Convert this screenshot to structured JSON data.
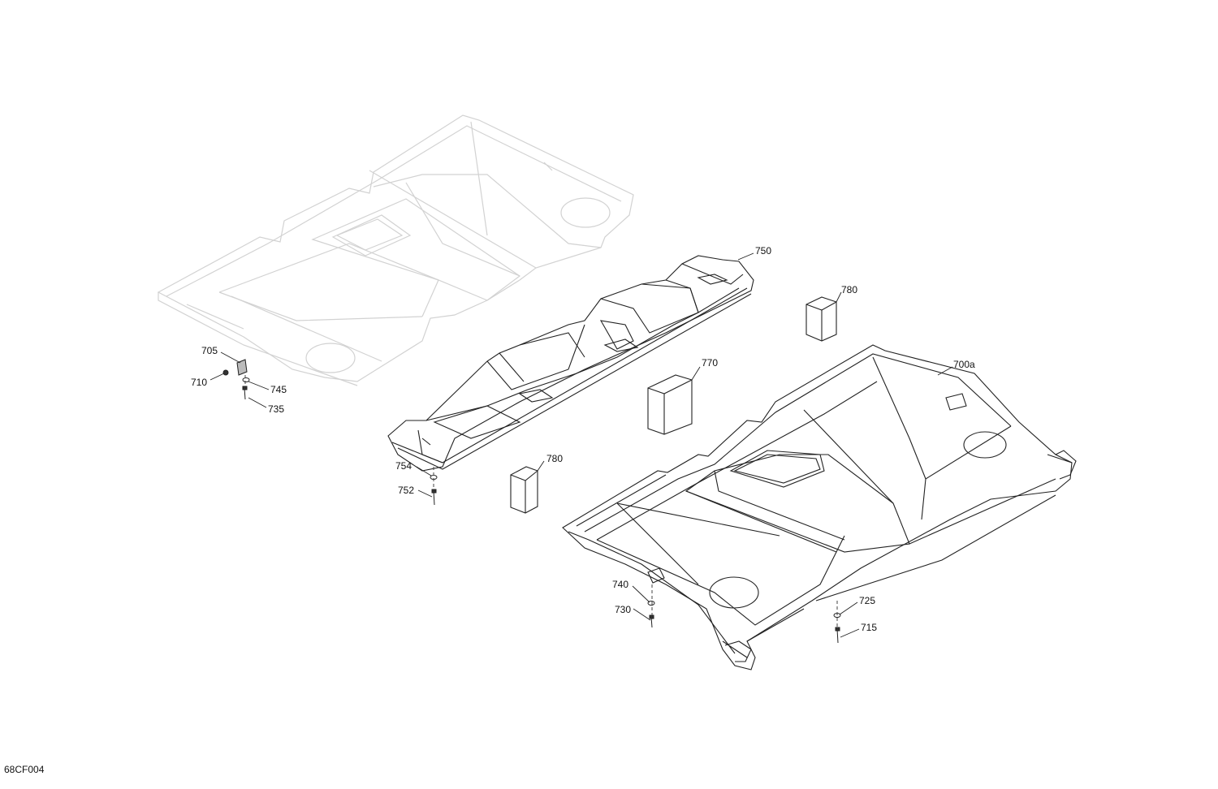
{
  "labels": {
    "p750": "750",
    "p780a": "780",
    "p770": "770",
    "p700a": "700a",
    "p780b": "780",
    "p705": "705",
    "p710": "710",
    "p745": "745",
    "p735": "735",
    "p754": "754",
    "p752": "752",
    "p740": "740",
    "p730": "730",
    "p725": "725",
    "p715": "715"
  },
  "drawing_code": "68CF004"
}
